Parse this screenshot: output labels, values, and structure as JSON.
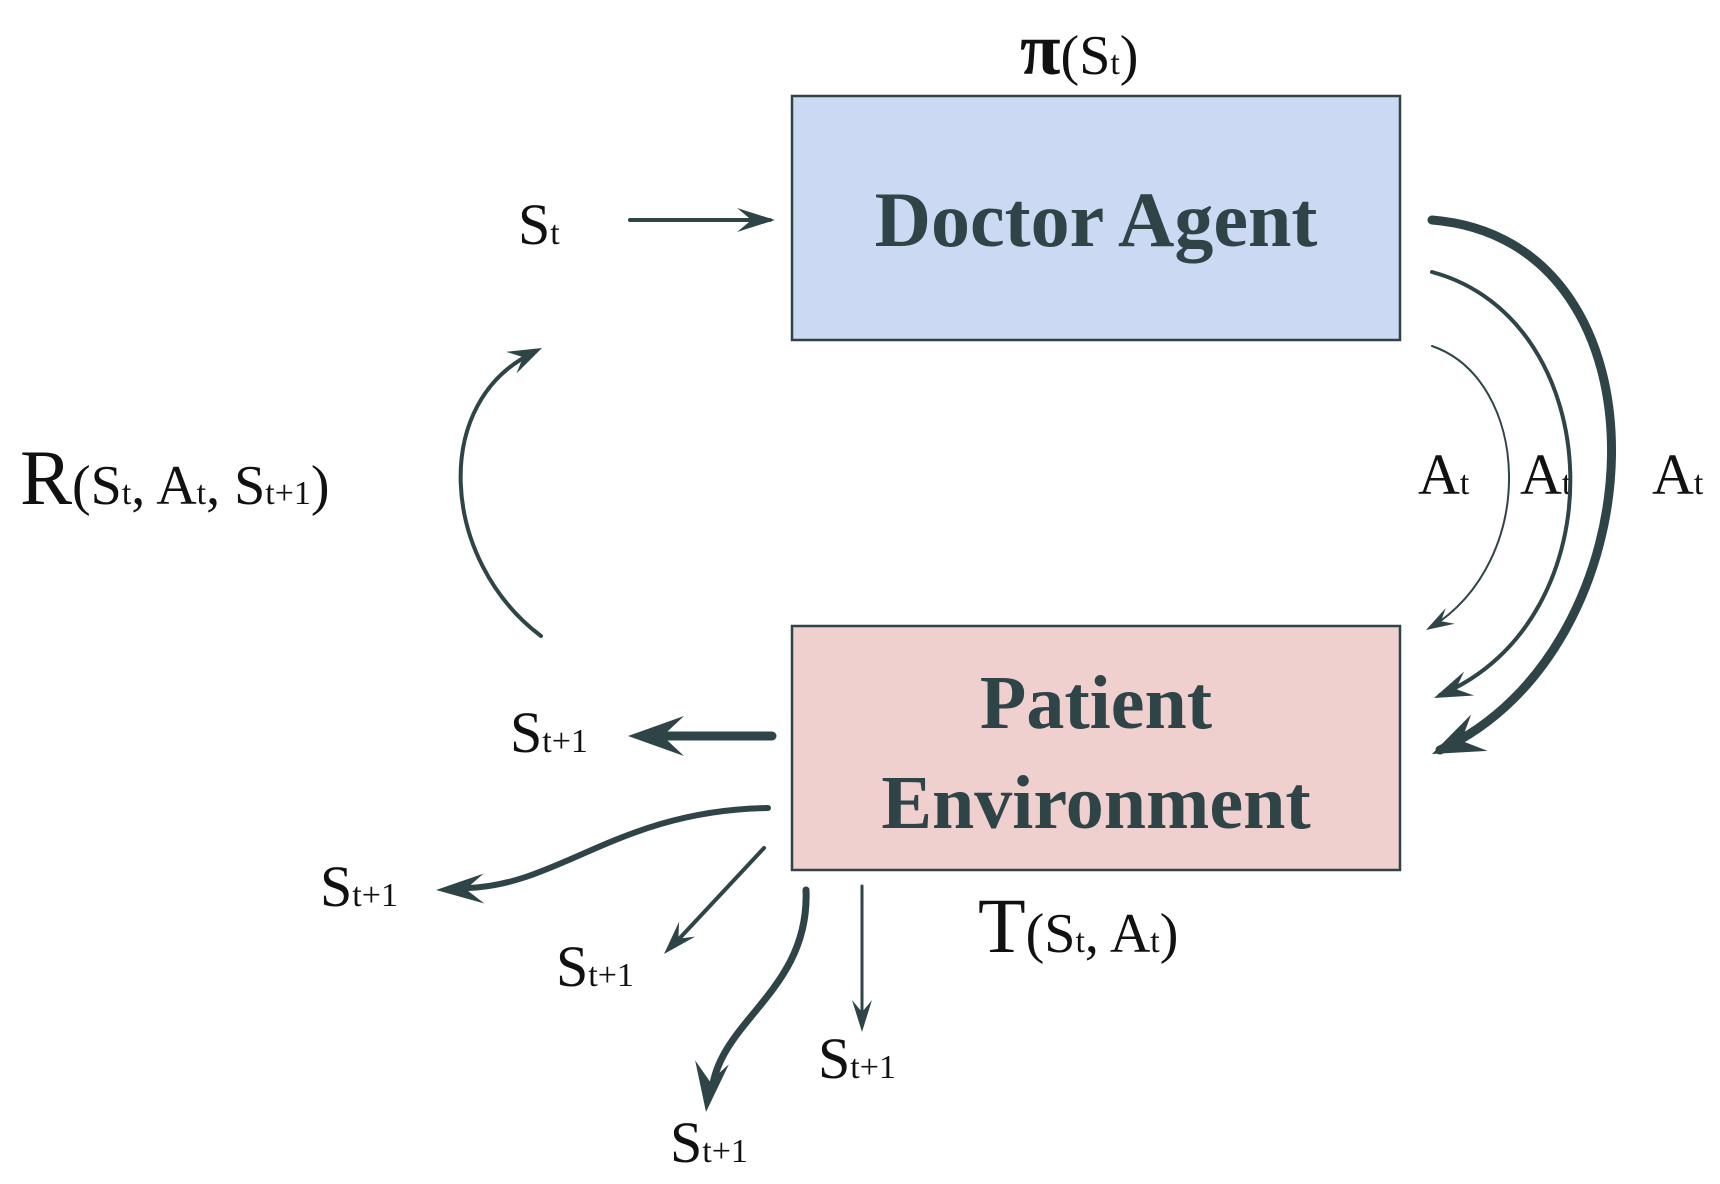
{
  "colors": {
    "arrow": "#2f4447",
    "agent_fill": "#cbd9f2",
    "env_fill": "#efd0cf",
    "box_stroke": "#2f4447",
    "box_text": "#2f4447"
  },
  "agent_box": {
    "label": "Doctor Agent"
  },
  "env_box": {
    "line1": "Patient",
    "line2": "Environment"
  },
  "policy": {
    "symbol": "π",
    "args": "(S",
    "sub": "t",
    "close": ")"
  },
  "transition": {
    "symbol": "T",
    "args1": "(S",
    "sub1": "t",
    "mid": ", A",
    "sub2": "t",
    "close": ")"
  },
  "reward": {
    "symbol": "R",
    "p1": "(S",
    "s1": "t",
    "p2": ", A",
    "s2": "t",
    "p3": ", S",
    "s3": "t+1",
    "close": ")"
  },
  "state_in": {
    "base": "S",
    "sub": "t"
  },
  "actions": [
    {
      "base": "A",
      "sub": "t"
    },
    {
      "base": "A",
      "sub": "t"
    },
    {
      "base": "A",
      "sub": "t"
    }
  ],
  "next_states": [
    {
      "base": "S",
      "sub": "t+1"
    },
    {
      "base": "S",
      "sub": "t+1"
    },
    {
      "base": "S",
      "sub": "t+1"
    },
    {
      "base": "S",
      "sub": "t+1"
    },
    {
      "base": "S",
      "sub": "t+1"
    }
  ]
}
